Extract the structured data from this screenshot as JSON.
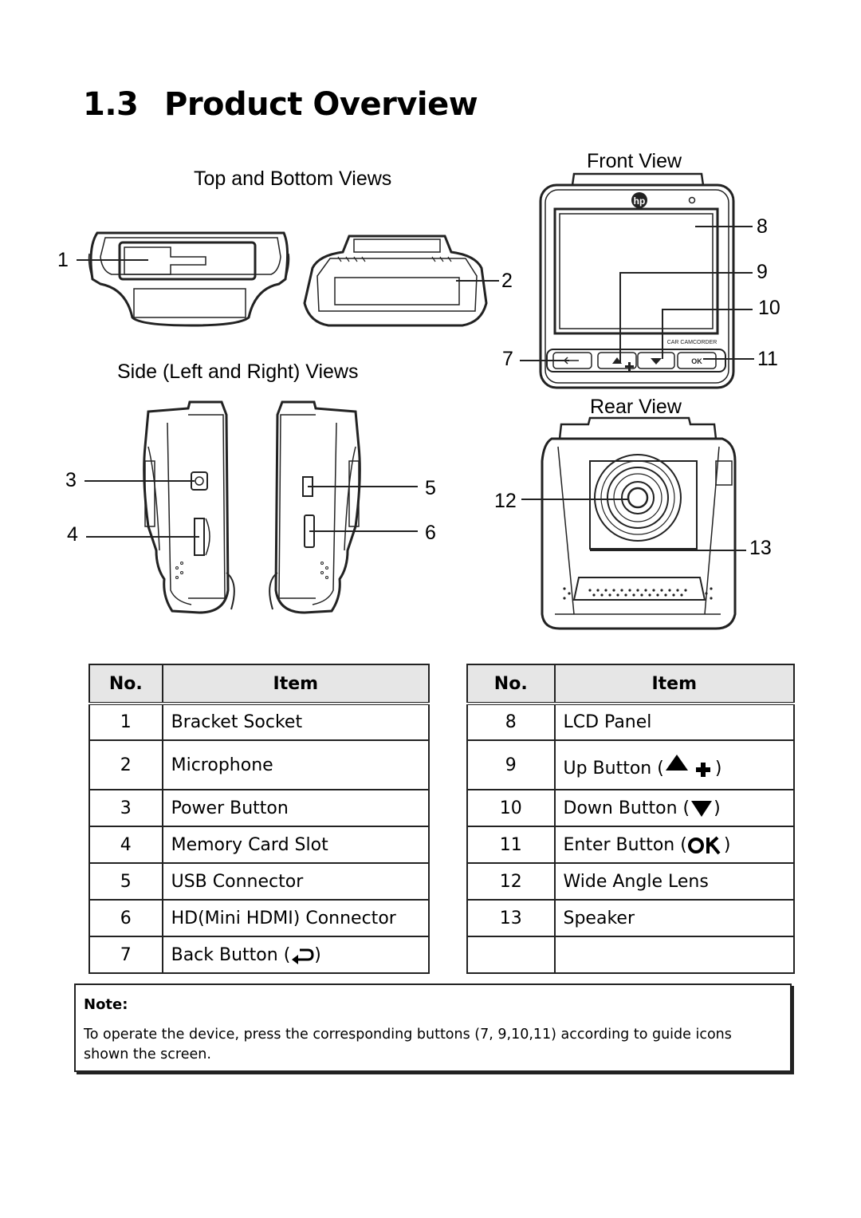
{
  "section": {
    "number": "1.3",
    "title": "Product Overview"
  },
  "views": {
    "top_bottom": "Top and Bottom  Views",
    "side": "Side (Left and Right) Views",
    "front": "Front View",
    "rear": "Rear View"
  },
  "device_text": {
    "brand": "hp",
    "front_caption": "CAR CAMCORDER",
    "ok": "OK"
  },
  "callouts": [
    "1",
    "2",
    "3",
    "4",
    "5",
    "6",
    "7",
    "8",
    "9",
    "10",
    "11",
    "12",
    "13"
  ],
  "table_headers": {
    "no": "No.",
    "item": "Item"
  },
  "table_left": [
    {
      "no": "1",
      "item": "Bracket Socket"
    },
    {
      "no": "2",
      "item": "Microphone"
    },
    {
      "no": "3",
      "item": "Power Button"
    },
    {
      "no": "4",
      "item": "Memory Card Slot"
    },
    {
      "no": "5",
      "item": "USB Connector"
    },
    {
      "no": "6",
      "item": "HD(Mini HDMI) Connector"
    },
    {
      "no": "7",
      "item": "Back Button (",
      "icon": "back-arrow-icon",
      "suffix": ")"
    }
  ],
  "table_right": [
    {
      "no": "8",
      "item": "LCD Panel"
    },
    {
      "no": "9",
      "item": "Up Button (",
      "icon": "up-plus-icon",
      "suffix": ")"
    },
    {
      "no": "10",
      "item": "Down Button (",
      "icon": "down-triangle-icon",
      "suffix": ")"
    },
    {
      "no": "11",
      "item": "Enter Button (",
      "icon": "ok-icon",
      "suffix": ")"
    },
    {
      "no": "12",
      "item": "Wide Angle Lens"
    },
    {
      "no": "13",
      "item": "Speaker"
    },
    {
      "no": "",
      "item": ""
    }
  ],
  "note": {
    "heading": "Note:",
    "text": "To operate the device, press the corresponding buttons (7, 9,10,11) according to guide icons shown the screen."
  }
}
